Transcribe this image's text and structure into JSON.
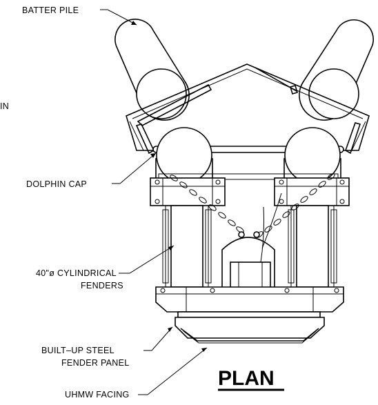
{
  "labels": {
    "batter_pile": "BATTER PILE",
    "partial_in": "IN",
    "dolphin_cap": "DOLPHIN CAP",
    "fenders_line1": "40\"ø CYLINDRICAL",
    "fenders_line2": "FENDERS",
    "panel_line1": "BUILT–UP STEEL",
    "panel_line2": "FENDER PANEL",
    "uhmw": "UHMW FACING",
    "title": "PLAN"
  }
}
